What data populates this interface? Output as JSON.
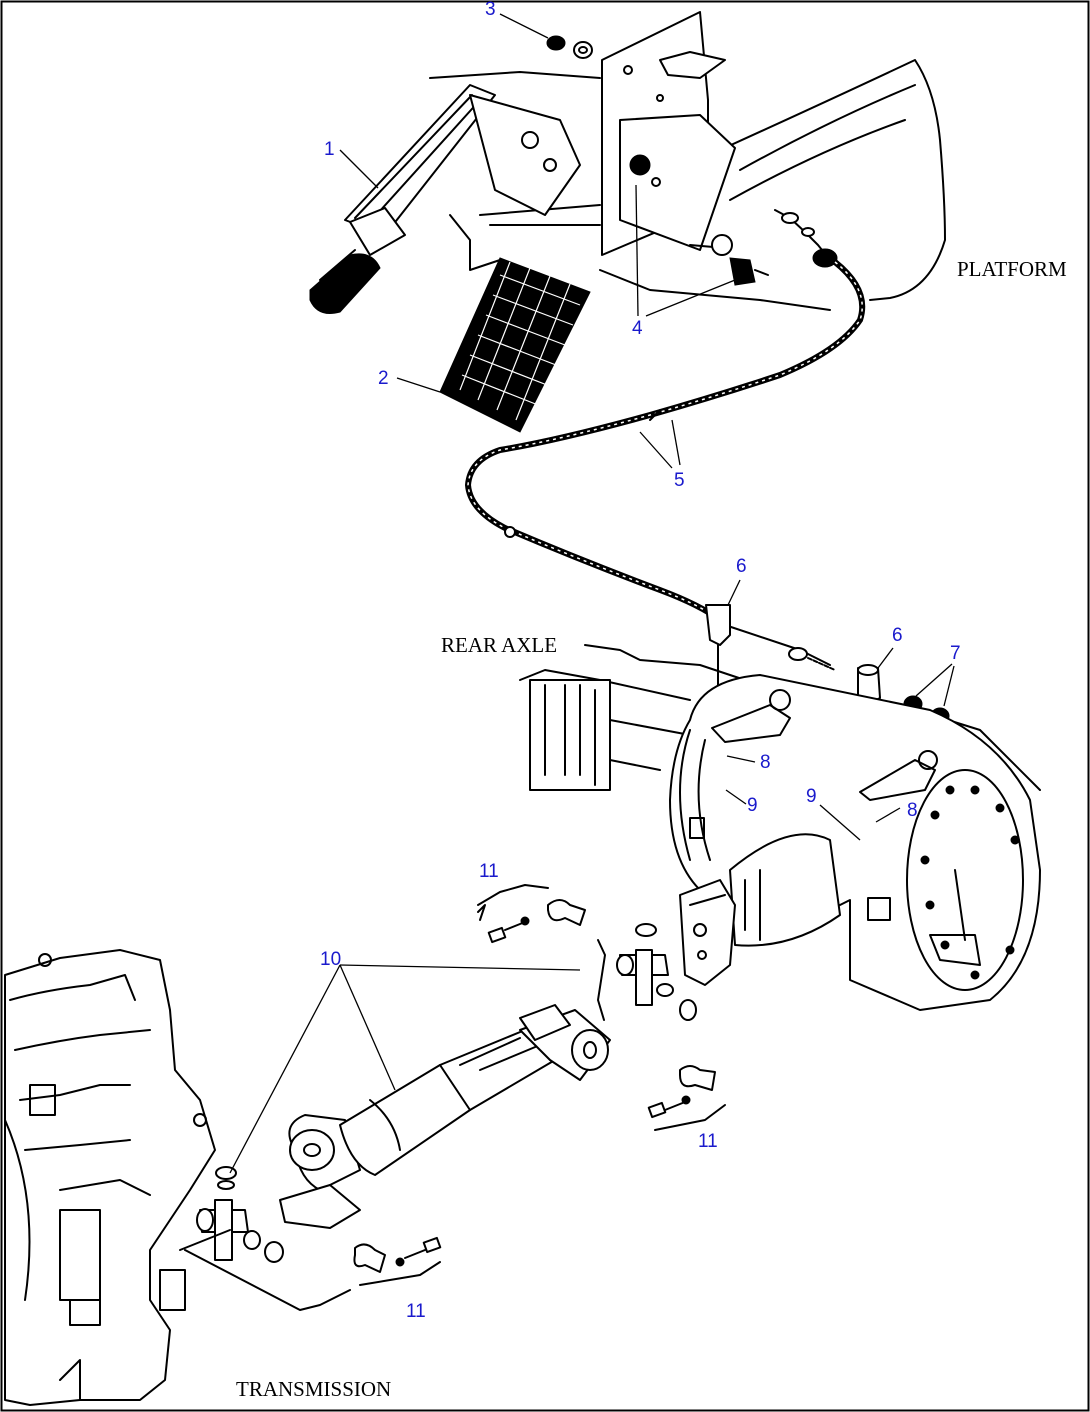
{
  "labels": {
    "platform": "PLATFORM",
    "rear_axle": "REAR AXLE",
    "transmission": "TRANSMISSION"
  },
  "callouts": [
    "1",
    "2",
    "3",
    "4",
    "5",
    "6",
    "7",
    "8",
    "9",
    "10",
    "11"
  ],
  "colors": {
    "callout": "#1a1acc",
    "line": "#000000",
    "border": "#000000"
  }
}
